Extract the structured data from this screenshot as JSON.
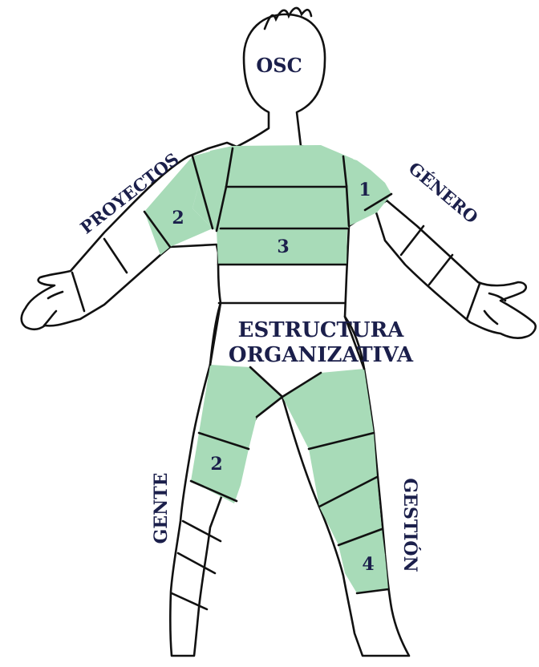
{
  "colors": {
    "filled_segment": "#a8dbb8",
    "outline": "#111111",
    "label_text": "#1b1f4b",
    "background": "#ffffff"
  },
  "labels": {
    "head": "OSC",
    "right_arm": "PROYECTOS",
    "left_arm": "GÉNERO",
    "torso_line1": "ESTRUCTURA",
    "torso_line2": "ORGANIZATIVA",
    "right_leg": "GENTE",
    "left_leg": "GESTIÓN"
  },
  "scores": {
    "torso": "3",
    "right_arm": "2",
    "left_arm": "1",
    "right_leg": "2",
    "left_leg": "4"
  },
  "segments_filled": {
    "torso": 3,
    "right_arm": 2,
    "left_arm": 1,
    "right_leg": 2,
    "left_leg": 4
  }
}
